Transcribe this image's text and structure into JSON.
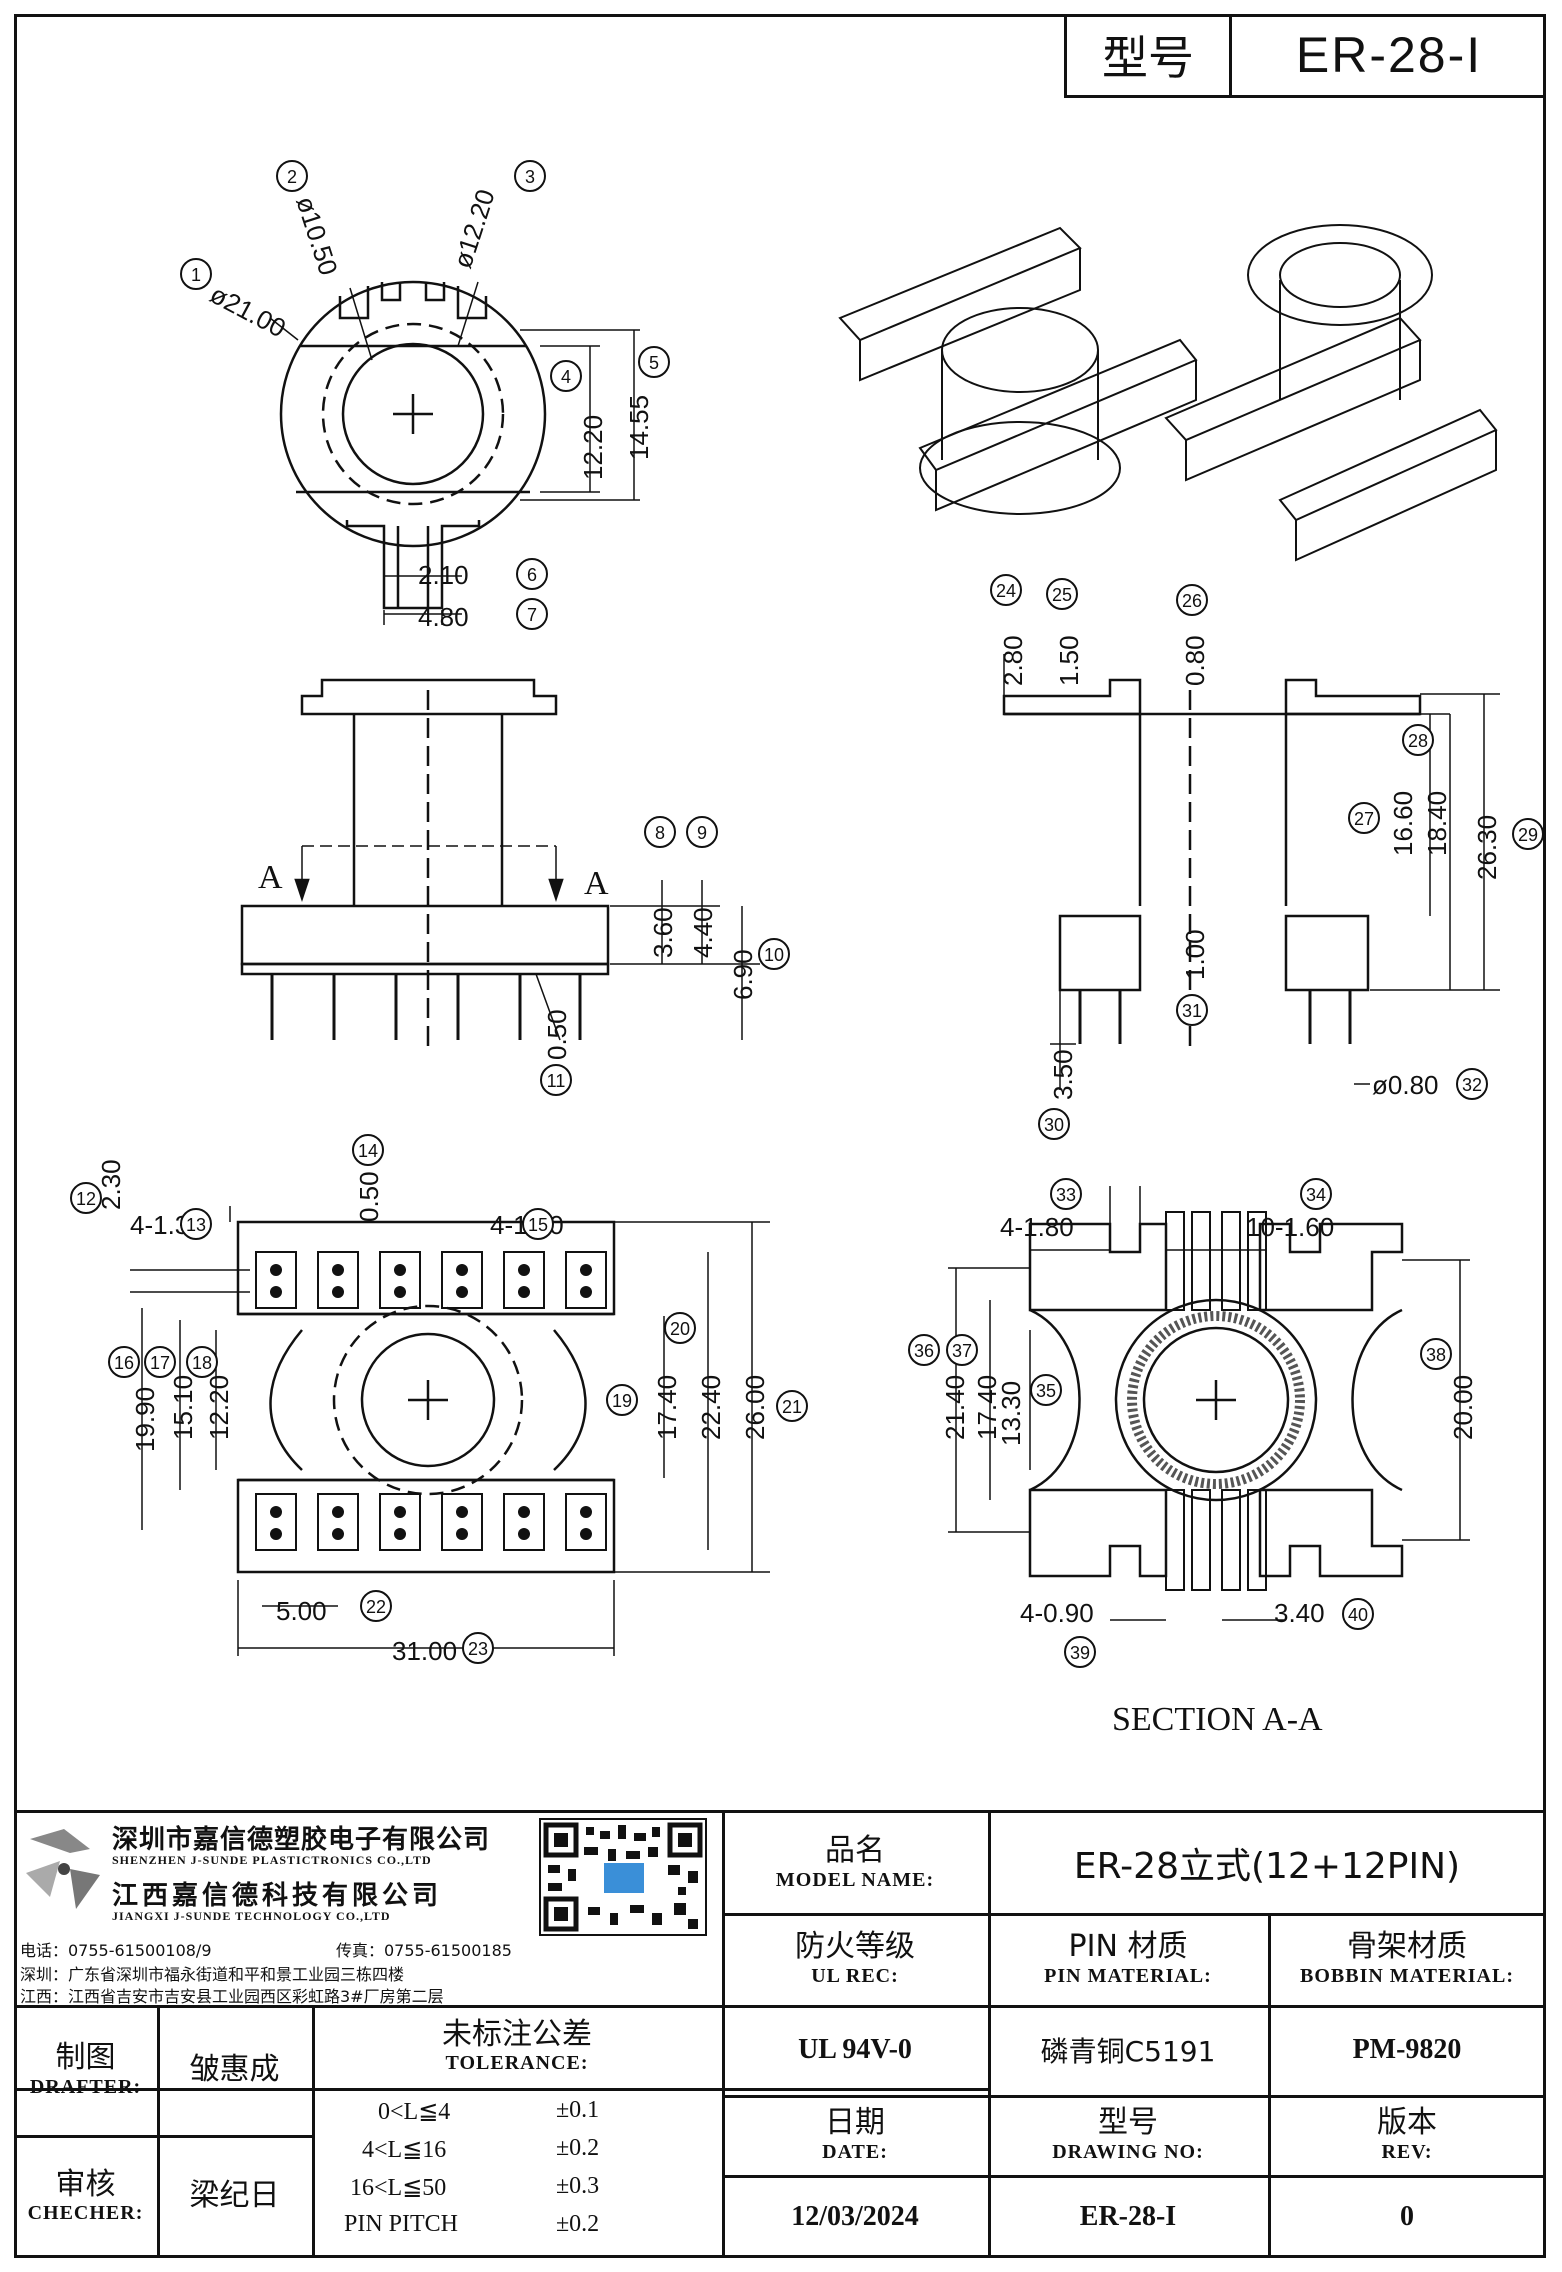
{
  "header": {
    "model_key": "型号",
    "model_value": "ER-28-I"
  },
  "dimensions": {
    "d1": "ø21.00",
    "d2": "ø10.50",
    "d3": "ø12.20",
    "d4": "12.20",
    "d5": "14.55",
    "d6": "2.10",
    "d7": "4.80",
    "d8": "3.60",
    "d9": "4.40",
    "d10": "6.90",
    "d11": "0.50",
    "d12": "2.30",
    "d13": "4-1.30",
    "d14": "0.50",
    "d15": "4-1.60",
    "d16": "19.90",
    "d17": "15.10",
    "d18": "12.20",
    "d19": "17.40",
    "d20": "22.40",
    "d21": "26.00",
    "d22": "5.00",
    "d23": "31.00",
    "d24": "2.80",
    "d25": "1.50",
    "d26": "0.80",
    "d27": "16.60",
    "d28": "18.40",
    "d29": "26.30",
    "d30": "3.50",
    "d31": "1.00",
    "d32": "ø0.80",
    "d33": "4-1.80",
    "d34": "10-1.60",
    "d35": "13.30",
    "d36": "21.40",
    "d37": "17.40",
    "d38": "20.00",
    "d39": "4-0.90",
    "d40": "3.40",
    "section_letter": "A",
    "section_label": "SECTION A-A"
  },
  "callouts": [
    "1",
    "2",
    "3",
    "4",
    "5",
    "6",
    "7",
    "8",
    "9",
    "10",
    "11",
    "12",
    "13",
    "14",
    "15",
    "16",
    "17",
    "18",
    "19",
    "20",
    "21",
    "22",
    "23",
    "24",
    "25",
    "26",
    "27",
    "28",
    "29",
    "30",
    "31",
    "32",
    "33",
    "34",
    "35",
    "36",
    "37",
    "38",
    "39",
    "40"
  ],
  "company": {
    "name_cn": "深圳市嘉信德塑胶电子有限公司",
    "name_en": "SHENZHEN J-SUNDE PLASTICTRONICS CO.,LTD",
    "name2_cn": "江西嘉信德科技有限公司",
    "name2_en": "JIANGXI J-SUNDE TECHNOLOGY CO.,LTD",
    "phone": "电话：0755-61500108/9",
    "fax": "传真：0755-61500185",
    "addr_sz": "深圳：广东省深圳市福永街道和平和景工业园三栋四楼",
    "addr_jx": "江西：江西省吉安市吉安县工业园西区彩虹路3#厂房第二层"
  },
  "titleblock": {
    "model_name_cn": "品名",
    "model_name_en": "MODEL NAME:",
    "model_name_value": "ER-28立式(12+12PIN)",
    "ul_cn": "防火等级",
    "ul_en": "UL REC:",
    "ul_value": "UL 94V-0",
    "pin_cn": "PIN 材质",
    "pin_en": "PIN MATERIAL:",
    "pin_value": "磷青铜C5191",
    "bobbin_cn": "骨架材质",
    "bobbin_en": "BOBBIN MATERIAL:",
    "bobbin_value": "PM-9820",
    "drafter_cn": "制图",
    "drafter_en": "DRAFTER:",
    "drafter_value": "皱惠成",
    "checker_cn": "审核",
    "checker_en": "CHECHER:",
    "checker_value": "梁纪日",
    "tol_cn": "未标注公差",
    "tol_en": "TOLERANCE:",
    "tol_rows": [
      {
        "range": "0<L≦4",
        "value": "±0.1"
      },
      {
        "range": "4<L≦16",
        "value": "±0.2"
      },
      {
        "range": "16<L≦50",
        "value": "±0.3"
      },
      {
        "range": "PIN PITCH",
        "value": "±0.2"
      }
    ],
    "date_cn": "日期",
    "date_en": "DATE:",
    "date_value": "12/03/2024",
    "dwg_cn": "型号",
    "dwg_en": "DRAWING NO:",
    "dwg_value": "ER-28-I",
    "rev_cn": "版本",
    "rev_en": "REV:",
    "rev_value": "0"
  }
}
